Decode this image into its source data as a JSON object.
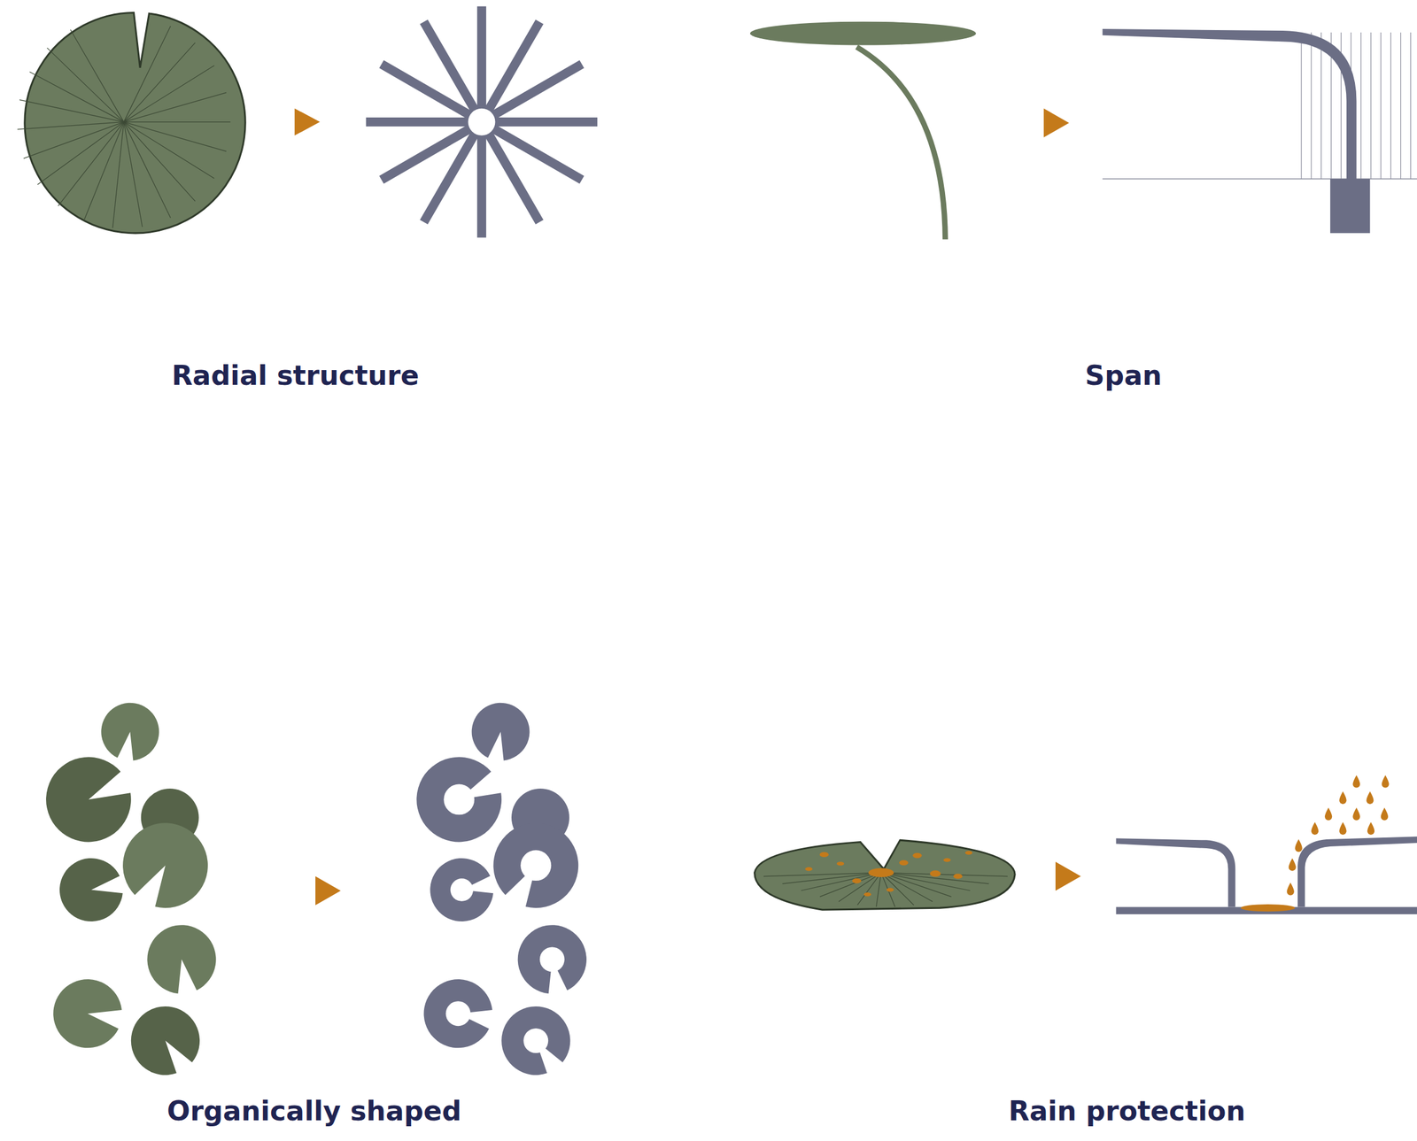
{
  "diagram": {
    "labels": [
      "Radial structure",
      "Span",
      "Organically shaped",
      "Rain protection"
    ]
  }
}
